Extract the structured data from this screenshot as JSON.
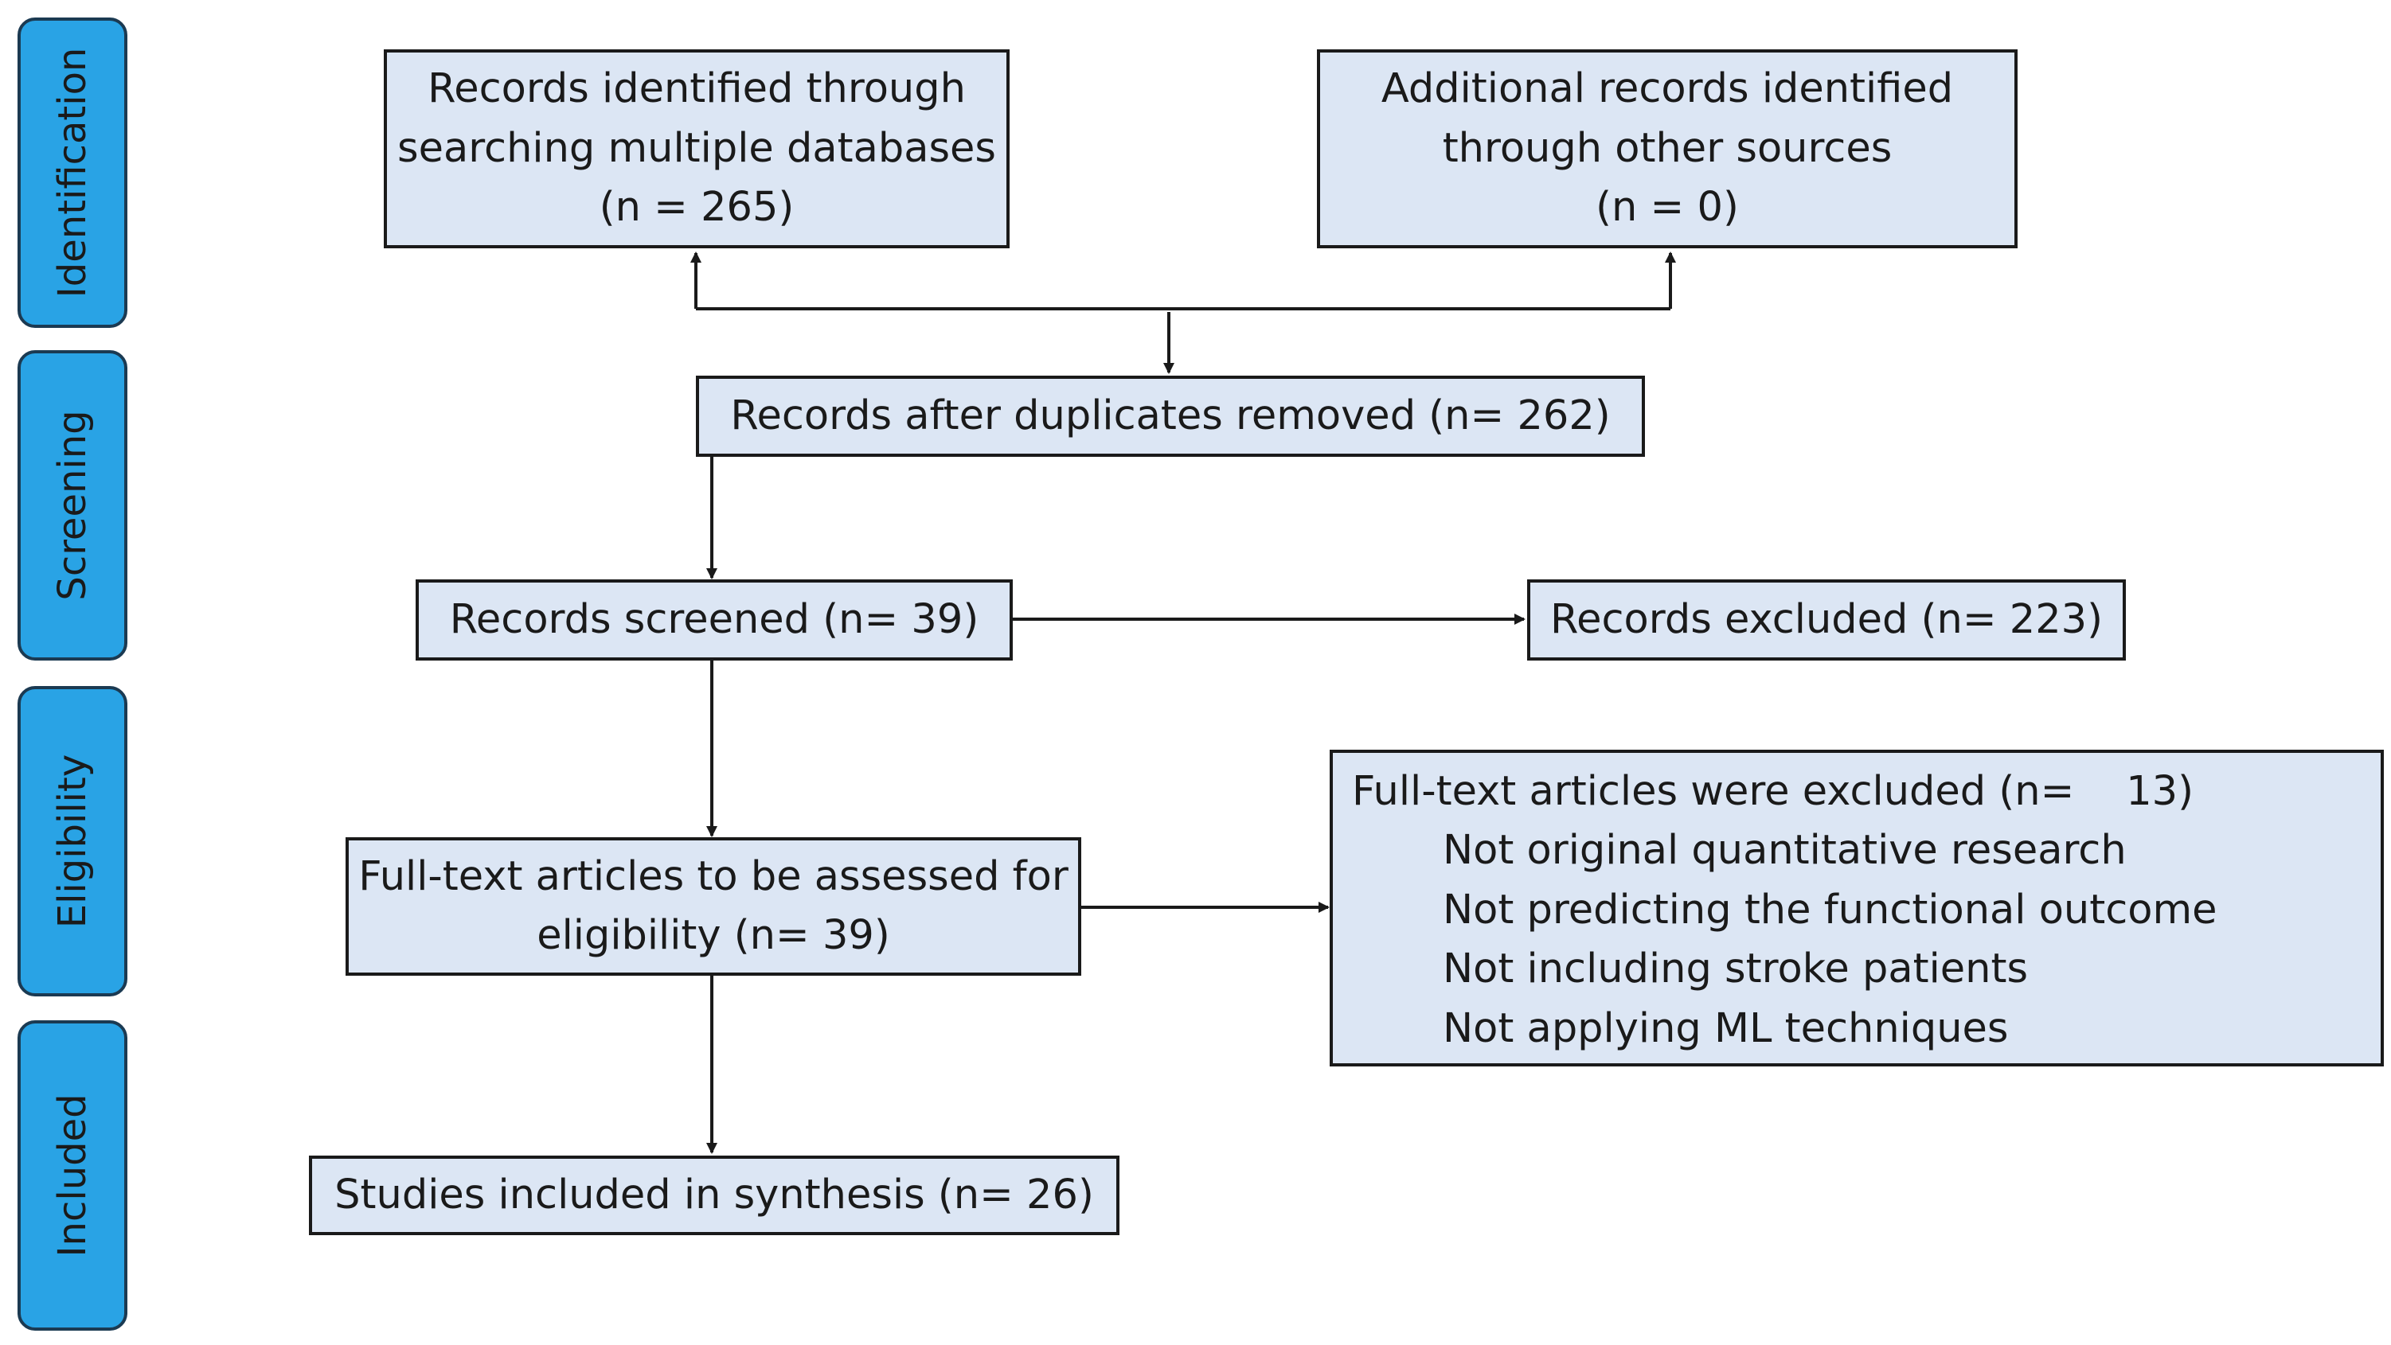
{
  "phases": {
    "identification": "Identification",
    "screening": "Screening",
    "eligibility": "Eligibility",
    "included": "Included"
  },
  "boxes": {
    "identified": {
      "line1": "Records identified through",
      "line2": "searching multiple databases",
      "line3": "(n = 265)"
    },
    "additional": {
      "line1": "Additional records identified",
      "line2": "through other sources",
      "line3": "(n = 0)"
    },
    "deduplicated": {
      "text": "Records after duplicates removed (n= 262)"
    },
    "screened": {
      "text": "Records screened (n= 39)"
    },
    "excluded": {
      "text": "Records excluded (n= 223)"
    },
    "assessed": {
      "line1": "Full-text articles to be assessed for",
      "line2": "eligibility (n=  39)"
    },
    "fulltext_excluded": {
      "heading": "Full-text articles were excluded (n=    13)",
      "reasons": [
        "Not original quantitative research",
        "Not predicting the functional outcome",
        "Not including stroke patients",
        "Not applying ML techniques"
      ]
    },
    "included": {
      "text": "Studies included in synthesis (n= 26)"
    }
  }
}
